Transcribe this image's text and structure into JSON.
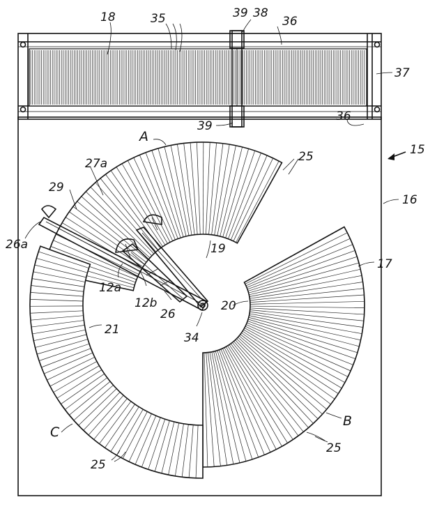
{
  "drawing": {
    "labels": {
      "l18": "18",
      "l35": "35",
      "l39_top": "39",
      "l38": "38",
      "l36_top": "36",
      "l37": "37",
      "l39_bottom": "39",
      "l36_bottom": "36",
      "l15": "15",
      "l16": "16",
      "l17": "17",
      "lA": "A",
      "lB": "B",
      "lC": "C",
      "l25_top": "25",
      "l25_right": "25",
      "l25_left": "25",
      "l27a": "27a",
      "l29": "29",
      "l26a": "26a",
      "l19": "19",
      "l20": "20",
      "l21": "21",
      "l12a": "12a",
      "l12b": "12b",
      "l26": "26",
      "l34": "34"
    }
  }
}
